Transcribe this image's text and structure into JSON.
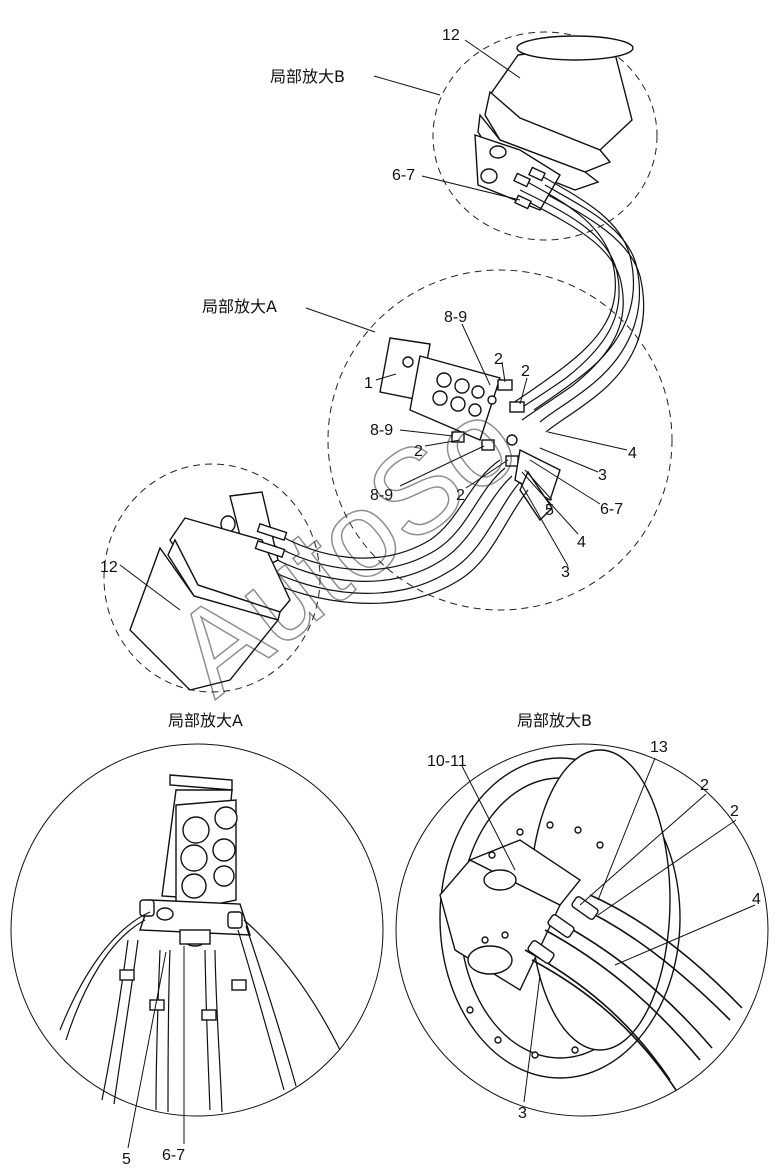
{
  "captions": {
    "zoom_b_top": "局部放大B",
    "zoom_a_top": "局部放大A",
    "zoom_a_bottom": "局部放大A",
    "zoom_b_bottom": "局部放大B"
  },
  "labels": {
    "l12_top": "12",
    "l67_top": "6-7",
    "l89_a": "8-9",
    "l1": "1",
    "l2_a": "2",
    "l2_b": "2",
    "l89_b": "8-9",
    "l2_c": "2",
    "l4_a": "4",
    "l3_a": "3",
    "l89_c": "8-9",
    "l2_d": "2",
    "l5_a": "5",
    "l67_b": "6-7",
    "l4_b": "4",
    "l3_b": "3",
    "l12_left": "12",
    "l1011": "10-11",
    "l13": "13",
    "l2_e": "2",
    "l2_f": "2",
    "l4_c": "4",
    "l3_c": "3",
    "l5_bottom": "5",
    "l67_bottom": "6-7"
  },
  "watermark": "AutoSo"
}
